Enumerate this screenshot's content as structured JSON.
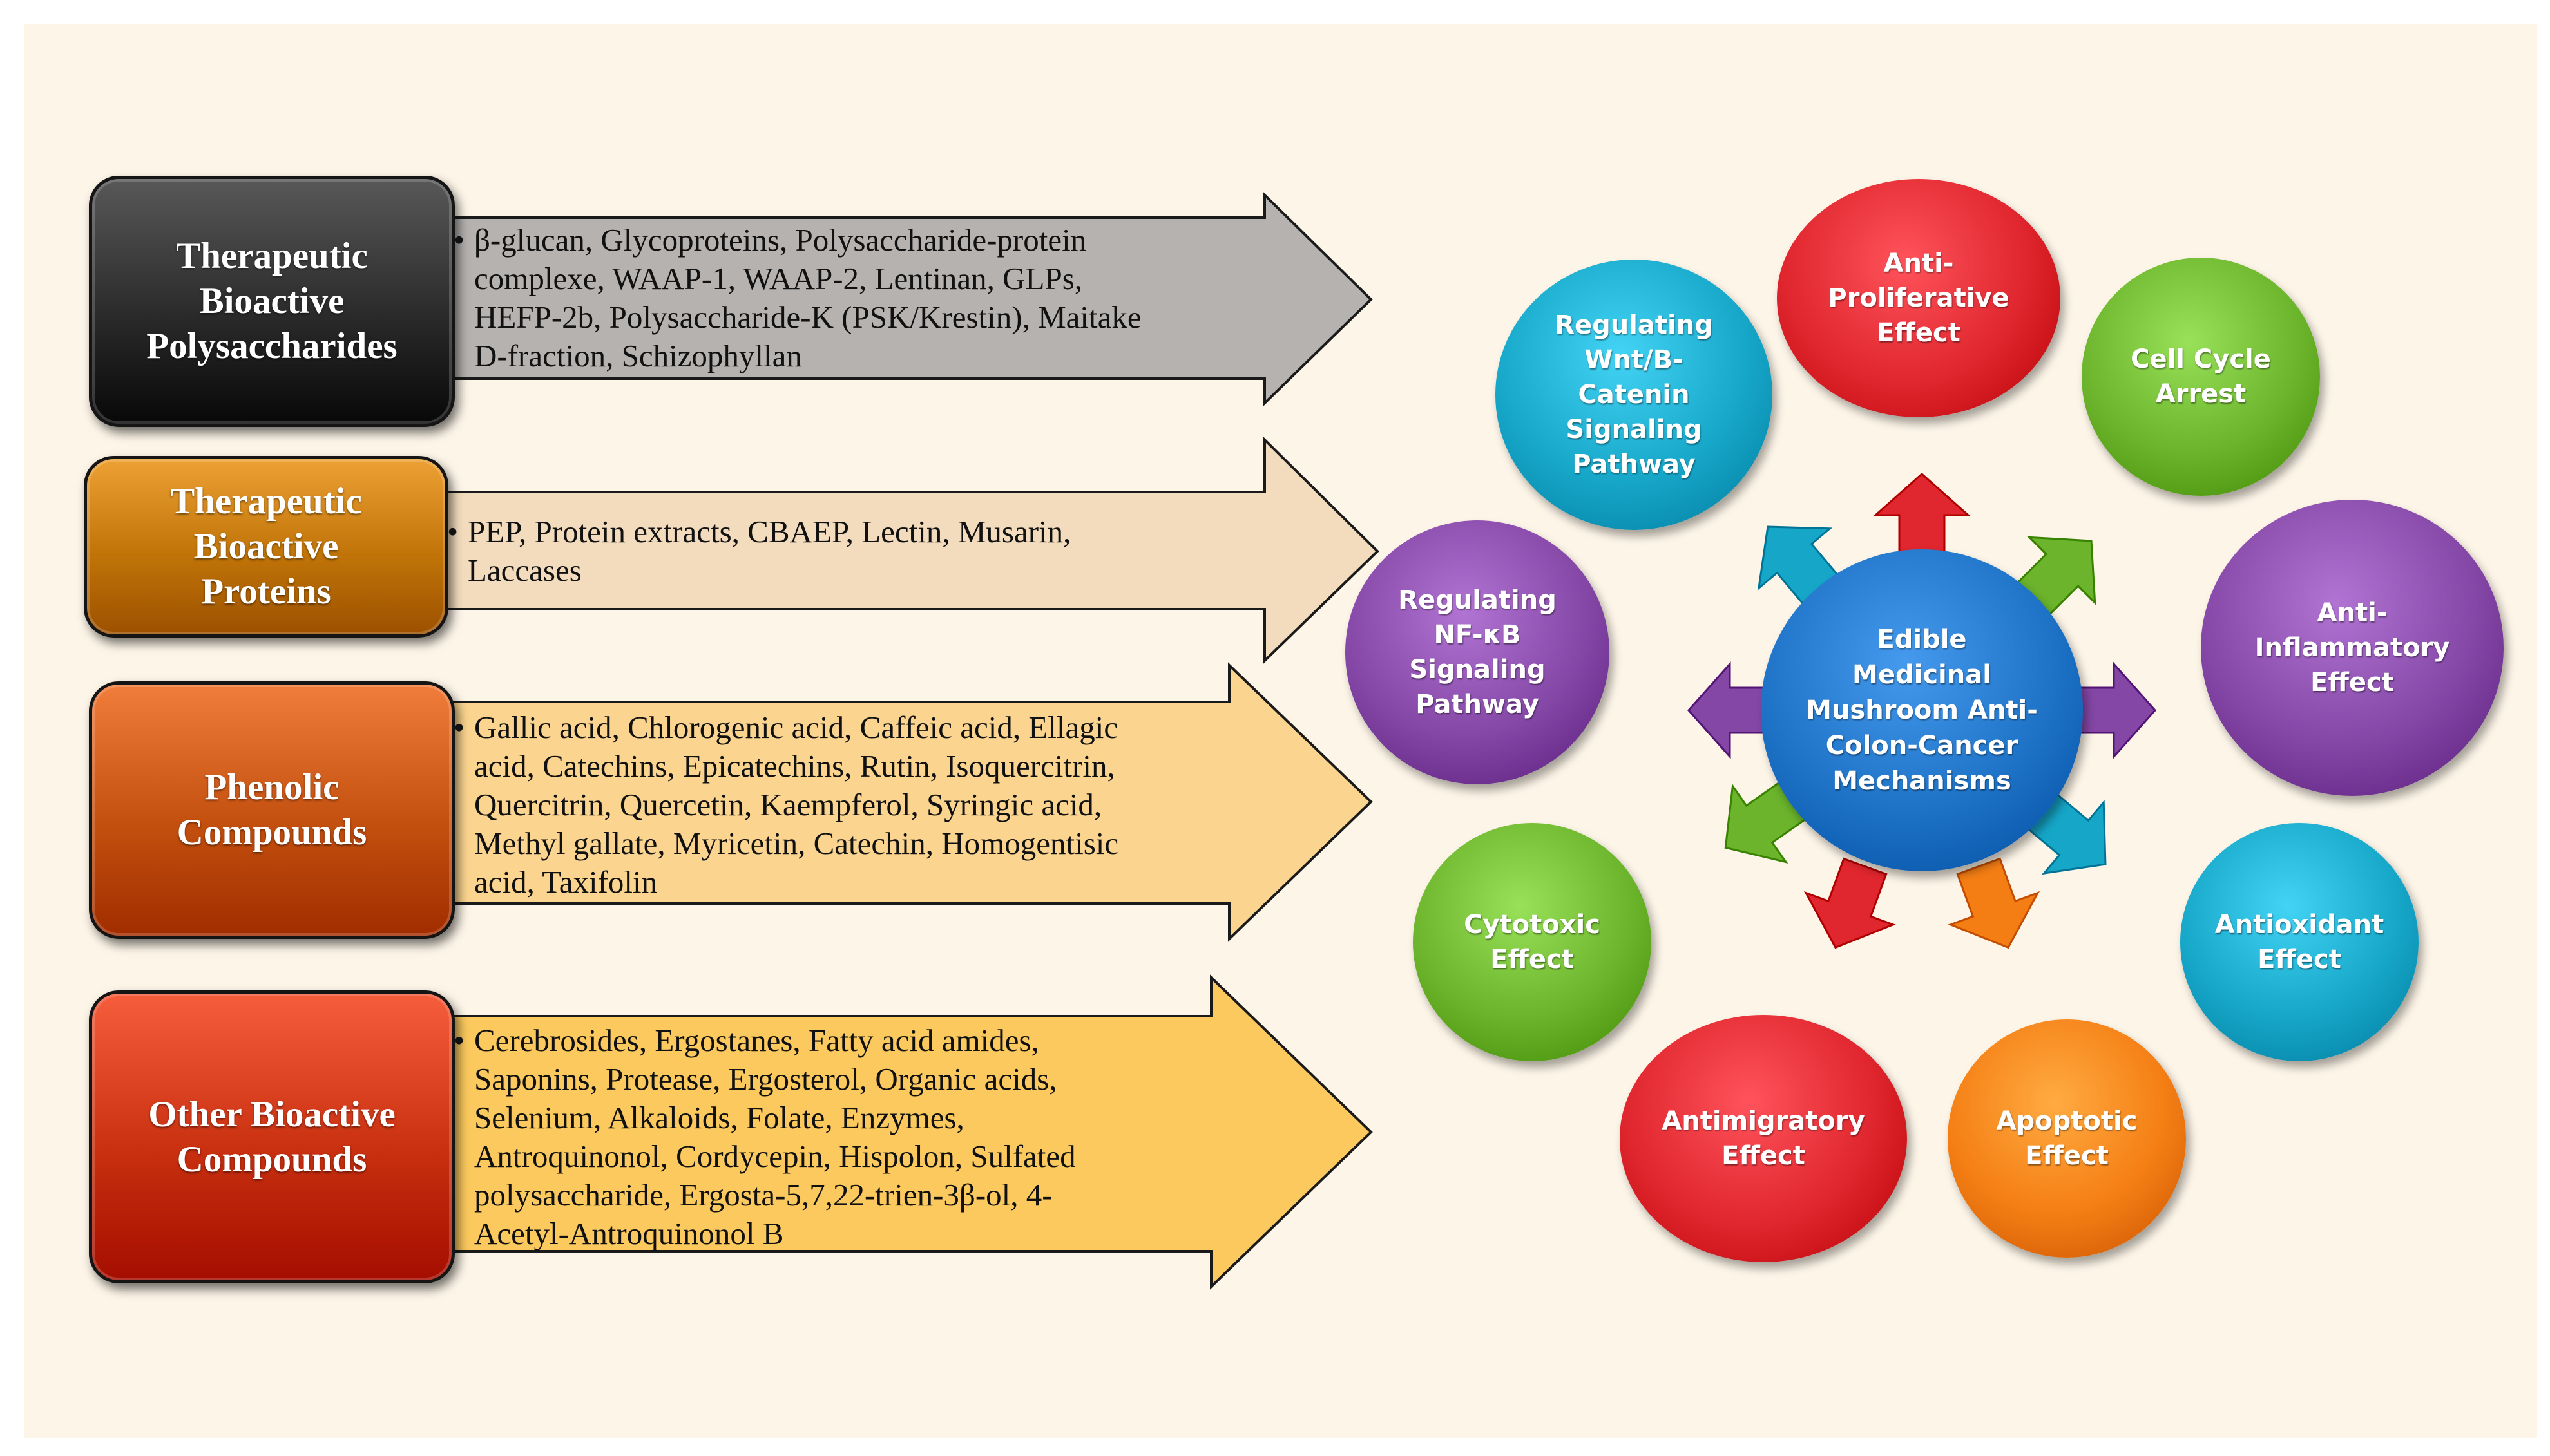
{
  "categories": [
    {
      "title": "Therapeutic Bioactive Polysaccharides",
      "title_lines": [
        "Therapeutic",
        "Bioactive",
        "Polysaccharides"
      ],
      "box_color": "#2b2b2b",
      "arrow_color": "#b5b2b0",
      "items_lines": [
        "β-glucan,  Glycoproteins, Polysaccharide-protein",
        "complexe,  WAAP-1,  WAAP-2,  Lentinan,  GLPs,",
        "HEFP-2b, Polysaccharide-K (PSK/Krestin), Maitake",
        "D-fraction,  Schizophyllan"
      ]
    },
    {
      "title": "Therapeutic Bioactive Proteins",
      "title_lines": [
        "Therapeutic",
        "Bioactive",
        "Proteins"
      ],
      "box_color": "#c07408",
      "arrow_color": "#f2dcbd",
      "items_lines": [
        "PEP, Protein extracts, CBAEP, Lectin,  Musarin,",
        "Laccases"
      ]
    },
    {
      "title": "Phenolic Compounds",
      "title_lines": [
        "Phenolic",
        "Compounds"
      ],
      "box_color": "#c4500f",
      "arrow_color": "#fbd58f",
      "items_lines": [
        "Gallic  acid, Chlorogenic acid, Caffeic acid, Ellagic",
        "acid, Catechins,  Epicatechins, Rutin, Isoquercitrin,",
        "Quercitrin,  Quercetin,  Kaempferol,  Syringic  acid,",
        "Methyl  gallate,  Myricetin,  Catechin, Homogentisic",
        "acid, Taxifolin"
      ]
    },
    {
      "title": "Other Bioactive Compounds",
      "title_lines": [
        "Other Bioactive",
        "Compounds"
      ],
      "box_color": "#c8300f",
      "arrow_color": "#fbc95e",
      "items_lines": [
        "Cerebrosides, Ergostanes, Fatty acid amides,",
        "Saponins, Protease, Ergosterol,  Organic acids,",
        "Selenium,  Alkaloids,  Folate,  Enzymes,",
        "Antroquinonol,  Cordycepin, Hispolon,  Sulfated",
        "polysaccharide, Ergosta-5,7,22-trien-3β-ol,  4-",
        "Acetyl-Antroquinonol  B"
      ]
    }
  ],
  "bullet": "•",
  "center": {
    "label_lines": [
      "Edible",
      "Medicinal",
      "Mushroom Anti-",
      "Colon-Cancer",
      "Mechanisms"
    ],
    "color": "#1d72c6"
  },
  "mechanisms": [
    {
      "label_lines": [
        "Anti-",
        "Proliferative",
        "Effect"
      ],
      "color": "#e0262e"
    },
    {
      "label_lines": [
        "Cell Cycle",
        "Arrest"
      ],
      "color": "#6bb42c"
    },
    {
      "label_lines": [
        "Anti-",
        "Inflammatory",
        "Effect"
      ],
      "color": "#8447a6"
    },
    {
      "label_lines": [
        "Antioxidant",
        "Effect"
      ],
      "color": "#16a6c8"
    },
    {
      "label_lines": [
        "Apoptotic",
        "Effect"
      ],
      "color": "#f47e14"
    },
    {
      "label_lines": [
        "Antimigratory",
        "Effect"
      ],
      "color": "#e0262e"
    },
    {
      "label_lines": [
        "Cytotoxic",
        "Effect"
      ],
      "color": "#6bb42c"
    },
    {
      "label_lines": [
        "Regulating",
        "NF-κB",
        "Signaling",
        "Pathway"
      ],
      "color": "#8447a6"
    },
    {
      "label_lines": [
        "Regulating",
        "Wnt/B-",
        "Catenin",
        "Signaling",
        "Pathway"
      ],
      "color": "#16a6c8"
    }
  ]
}
